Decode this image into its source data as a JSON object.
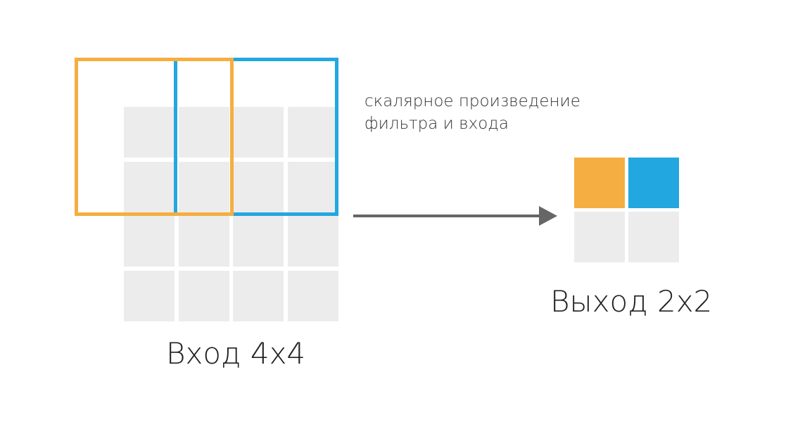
{
  "input": {
    "label": "Вход 4x4",
    "rows": 4,
    "cols": 4,
    "cell_color": "#ececec"
  },
  "output": {
    "label": "Выход 2x2",
    "rows": 2,
    "cols": 2,
    "cell_colors": [
      "#f5ae41",
      "#23a7e0",
      "#ececec",
      "#ececec"
    ]
  },
  "filters": [
    {
      "name": "filter-position-1",
      "color": "#f5ae41"
    },
    {
      "name": "filter-position-2",
      "color": "#23a7e0"
    }
  ],
  "caption": {
    "line1": "скалярное произведение",
    "line2": "фильтра и входа"
  },
  "arrow_color": "#666666"
}
